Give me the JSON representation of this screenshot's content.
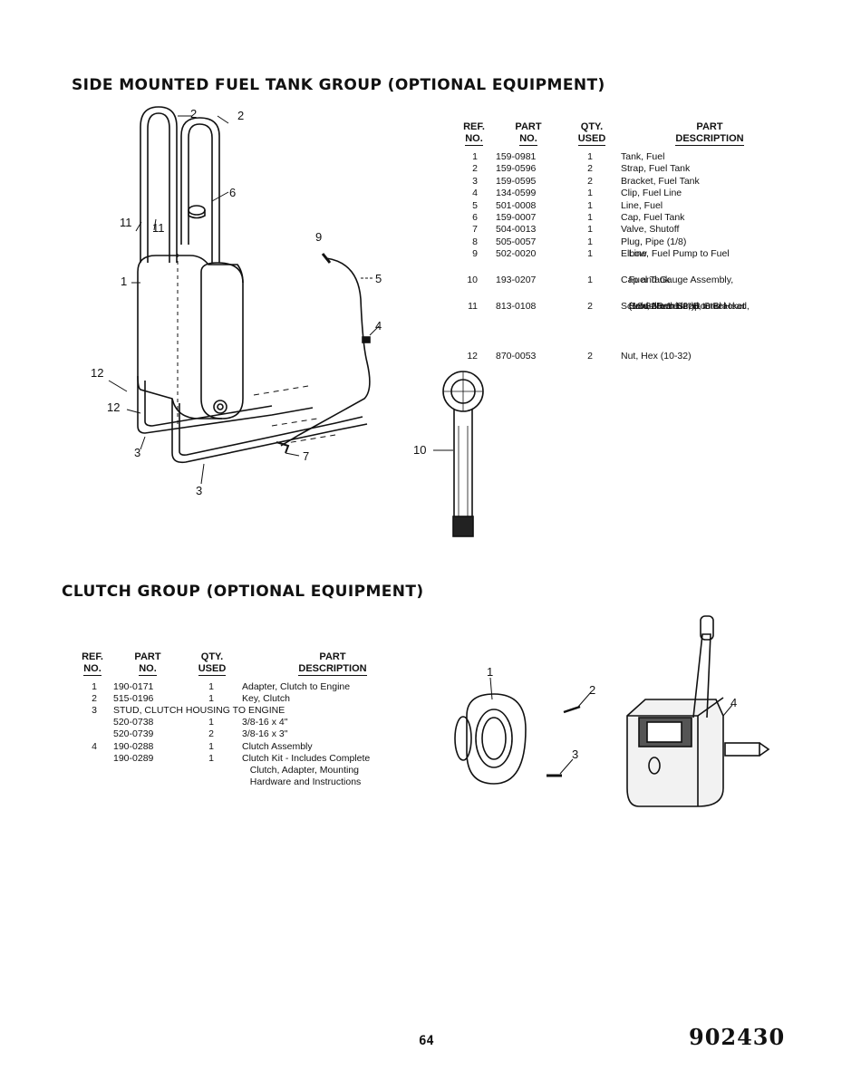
{
  "fuel_section": {
    "title": "SIDE MOUNTED FUEL TANK GROUP (OPTIONAL EQUIPMENT)",
    "headers": {
      "ref": [
        "REF.",
        "NO."
      ],
      "part": [
        "PART",
        "NO."
      ],
      "qty": [
        "QTY.",
        "USED"
      ],
      "desc": [
        "PART",
        "DESCRIPTION"
      ]
    },
    "rows": [
      {
        "ref": "1",
        "part": "159-0981",
        "qty": "1",
        "desc": [
          "Tank, Fuel"
        ]
      },
      {
        "ref": "2",
        "part": "159-0596",
        "qty": "2",
        "desc": [
          "Strap, Fuel Tank"
        ]
      },
      {
        "ref": "3",
        "part": "159-0595",
        "qty": "2",
        "desc": [
          "Bracket, Fuel Tank"
        ]
      },
      {
        "ref": "4",
        "part": "134-0599",
        "qty": "1",
        "desc": [
          "Clip, Fuel Line"
        ]
      },
      {
        "ref": "5",
        "part": "501-0008",
        "qty": "1",
        "desc": [
          "Line, Fuel"
        ]
      },
      {
        "ref": "6",
        "part": "159-0007",
        "qty": "1",
        "desc": [
          "Cap, Fuel Tank"
        ]
      },
      {
        "ref": "7",
        "part": "504-0013",
        "qty": "1",
        "desc": [
          "Valve, Shutoff"
        ]
      },
      {
        "ref": "8",
        "part": "505-0057",
        "qty": "1",
        "desc": [
          "Plug, Pipe (1/8)"
        ]
      },
      {
        "ref": "9",
        "part": "502-0020",
        "qty": "1",
        "desc": [
          "Elbow, Fuel Pump to Fuel",
          "   Line"
        ]
      },
      {
        "ref": "10",
        "part": "193-0207",
        "qty": "1",
        "desc": [
          "Cap and Gauge Assembly,",
          "   Fuel Tank"
        ]
      },
      {
        "ref": "11",
        "part": "813-0108",
        "qty": "2",
        "desc": [
          "Screw, Machine, Round Head,",
          "   Cross Recessed, Steel",
          "   (10-32 x 1-1/2\") -",
          "   Hold-down Strap to Bracket"
        ]
      },
      {
        "ref": "12",
        "part": "870-0053",
        "qty": "2",
        "desc": [
          "Nut, Hex (10-32)"
        ]
      }
    ],
    "callouts": [
      "2",
      "2",
      "6",
      "11",
      "11",
      "9",
      "1",
      "5",
      "4",
      "12",
      "12",
      "3",
      "7",
      "3",
      "10"
    ]
  },
  "clutch_section": {
    "title": "CLUTCH GROUP (OPTIONAL EQUIPMENT)",
    "headers": {
      "ref": [
        "REF.",
        "NO."
      ],
      "part": [
        "PART",
        "NO."
      ],
      "qty": [
        "QTY.",
        "USED"
      ],
      "desc": [
        "PART",
        "DESCRIPTION"
      ]
    },
    "rows": [
      {
        "ref": "1",
        "part": "190-0171",
        "qty": "1",
        "desc": "Adapter, Clutch to Engine"
      },
      {
        "ref": "2",
        "part": "515-0196",
        "qty": "1",
        "desc": "Key, Clutch"
      },
      {
        "ref": "3",
        "full": "STUD, CLUTCH HOUSING TO ENGINE"
      },
      {
        "ref": "",
        "part": "520-0738",
        "qty": "1",
        "desc": "3/8-16 x 4\""
      },
      {
        "ref": "",
        "part": "520-0739",
        "qty": "2",
        "desc": "3/8-16 x 3\""
      },
      {
        "ref": "4",
        "part": "190-0288",
        "qty": "1",
        "desc": "Clutch Assembly"
      },
      {
        "ref": "",
        "part": "190-0289",
        "qty": "1",
        "desc": "Clutch Kit - Includes Complete"
      },
      {
        "ref": "",
        "part": "",
        "qty": "",
        "desc": "   Clutch, Adapter, Mounting"
      },
      {
        "ref": "",
        "part": "",
        "qty": "",
        "desc": "   Hardware and Instructions"
      }
    ],
    "callouts": [
      "1",
      "2",
      "3",
      "4"
    ]
  },
  "footer": {
    "page_number": "64",
    "document_number": "902430"
  }
}
